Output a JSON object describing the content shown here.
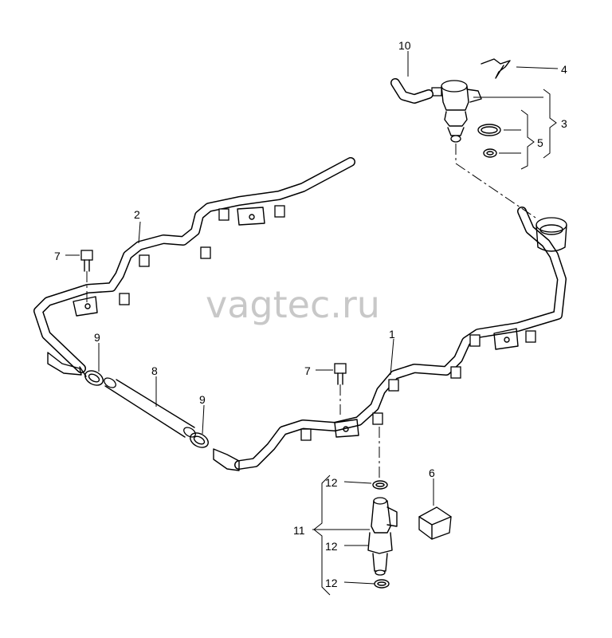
{
  "watermark": "vagtec.ru",
  "callouts": {
    "c1": "1",
    "c2": "2",
    "c3": "3",
    "c4": "4",
    "c5": "5",
    "c6": "6",
    "c7a": "7",
    "c7b": "7",
    "c8": "8",
    "c9a": "9",
    "c9b": "9",
    "c10": "10",
    "c11": "11",
    "c12a": "12",
    "c12b": "12",
    "c12c": "12"
  }
}
